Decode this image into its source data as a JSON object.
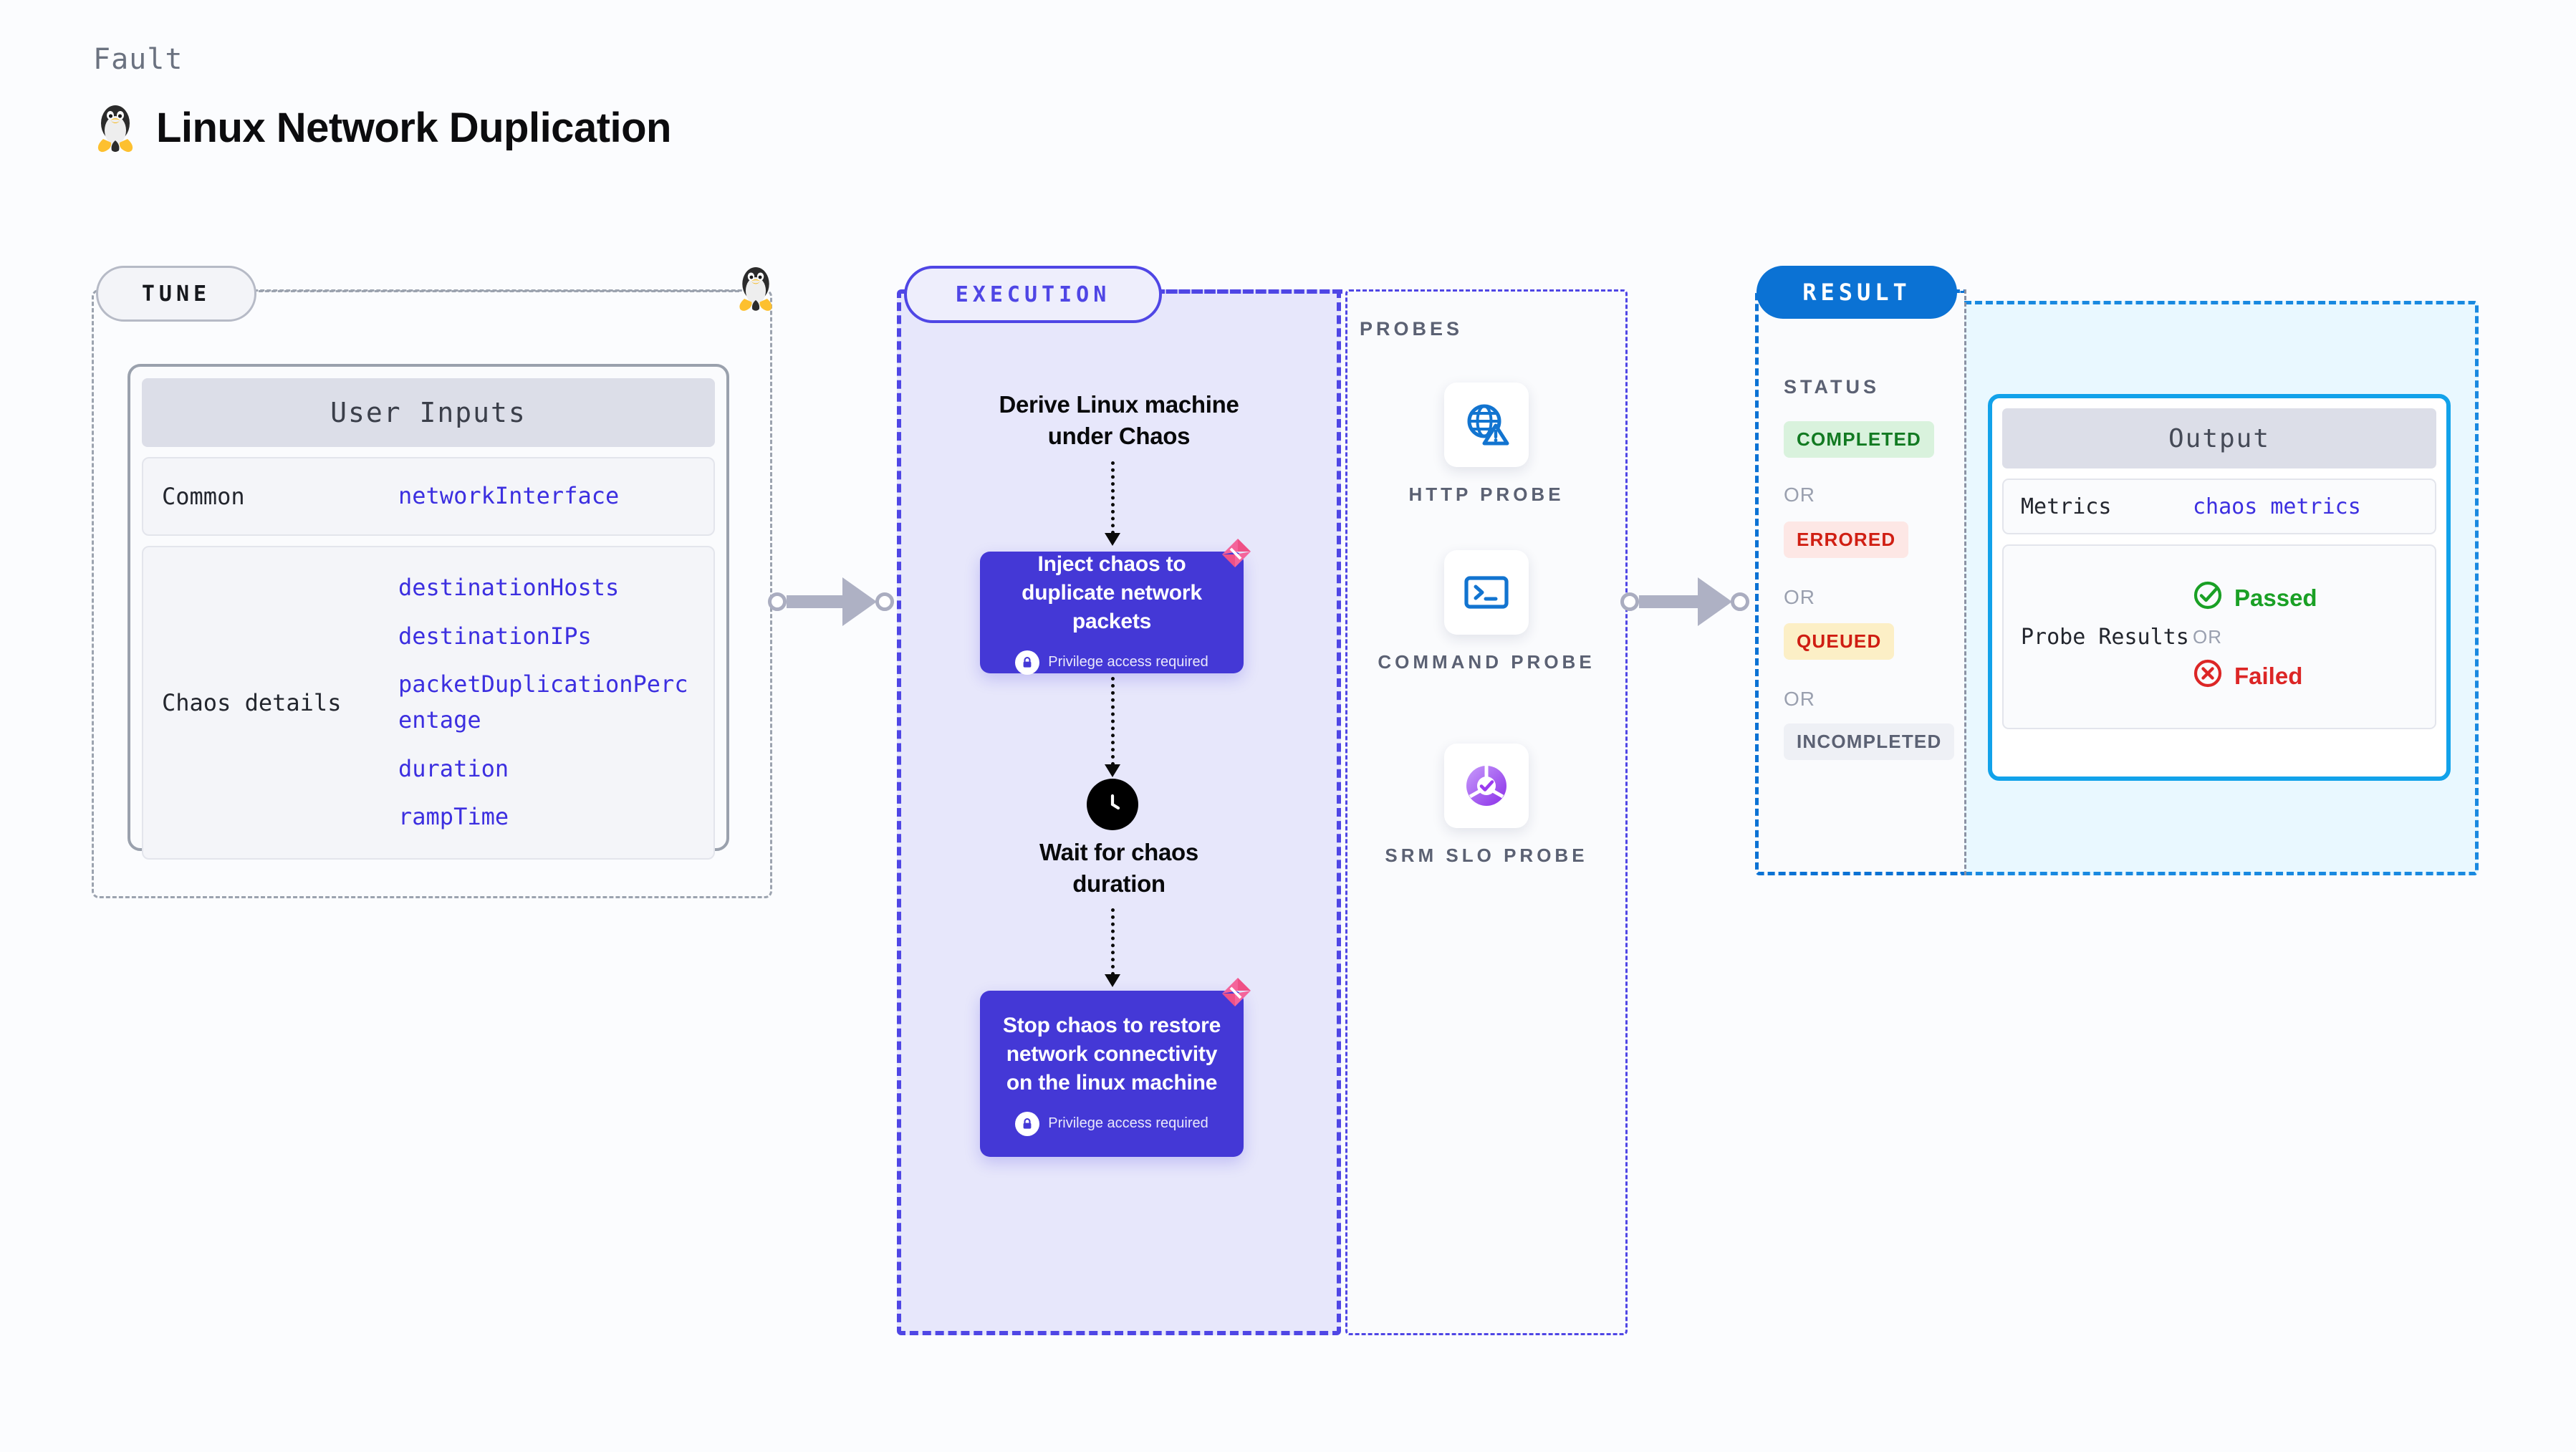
{
  "header": {
    "kicker": "Fault",
    "title": "Linux Network Duplication",
    "icon": "linux-penguin-icon"
  },
  "tune": {
    "badge": "TUNE",
    "edge_icon": "linux-penguin-icon",
    "card": {
      "title": "User Inputs",
      "rows": [
        {
          "key": "Common",
          "values": [
            "networkInterface"
          ]
        },
        {
          "key": "Chaos details",
          "values": [
            "destinationHosts",
            "destinationIPs",
            "packetDuplicationPercentage",
            "duration",
            "rampTime"
          ]
        }
      ]
    }
  },
  "connectors": [
    {
      "name": "tune-to-execution"
    },
    {
      "name": "probes-to-result"
    }
  ],
  "execution": {
    "badge": "EXECUTION",
    "steps": [
      {
        "type": "text",
        "label": "Derive Linux machine under Chaos"
      },
      {
        "type": "chaos-box",
        "label": "Inject chaos to duplicate network packets",
        "privilege": "Privilege access required",
        "privilege_icon": "lock-icon",
        "mark_icon": "litmus-logo-icon"
      },
      {
        "type": "clock",
        "icon": "clock-icon",
        "label": "Wait for chaos duration"
      },
      {
        "type": "chaos-box",
        "label": "Stop chaos to restore network connectivity on the linux machine",
        "privilege": "Privilege access required",
        "privilege_icon": "lock-icon",
        "mark_icon": "litmus-logo-icon"
      }
    ]
  },
  "probes": {
    "label": "PROBES",
    "items": [
      {
        "name": "HTTP PROBE",
        "icon": "globe-warning-icon"
      },
      {
        "name": "COMMAND PROBE",
        "icon": "terminal-icon"
      },
      {
        "name": "SRM SLO PROBE",
        "icon": "slo-donut-check-icon"
      }
    ]
  },
  "result": {
    "badge": "RESULT",
    "status_label": "STATUS",
    "or_label": "OR",
    "statuses": [
      {
        "label": "COMPLETED",
        "bg": "#d9f2dd",
        "fg": "#127a22"
      },
      {
        "label": "ERRORED",
        "bg": "#fde7e5",
        "fg": "#d01f13"
      },
      {
        "label": "QUEUED",
        "bg": "#fcefc6",
        "fg": "#cf1d12"
      },
      {
        "label": "INCOMPLETED",
        "bg": "#eef0f5",
        "fg": "#5b6173"
      }
    ],
    "output": {
      "title": "Output",
      "metrics_key": "Metrics",
      "metrics_value": "chaos metrics",
      "probe_key": "Probe Results",
      "passed": "Passed",
      "passed_icon": "check-circle-icon",
      "or_label": "OR",
      "failed": "Failed",
      "failed_icon": "x-circle-icon"
    }
  },
  "colors": {
    "accent_indigo": "#4f46e5",
    "chaos_box": "#4438d6",
    "result_blue": "#0b72d4",
    "output_border": "#12a2ea",
    "value_text": "#3c2fe0",
    "litmus_pink": "#f4649b"
  }
}
